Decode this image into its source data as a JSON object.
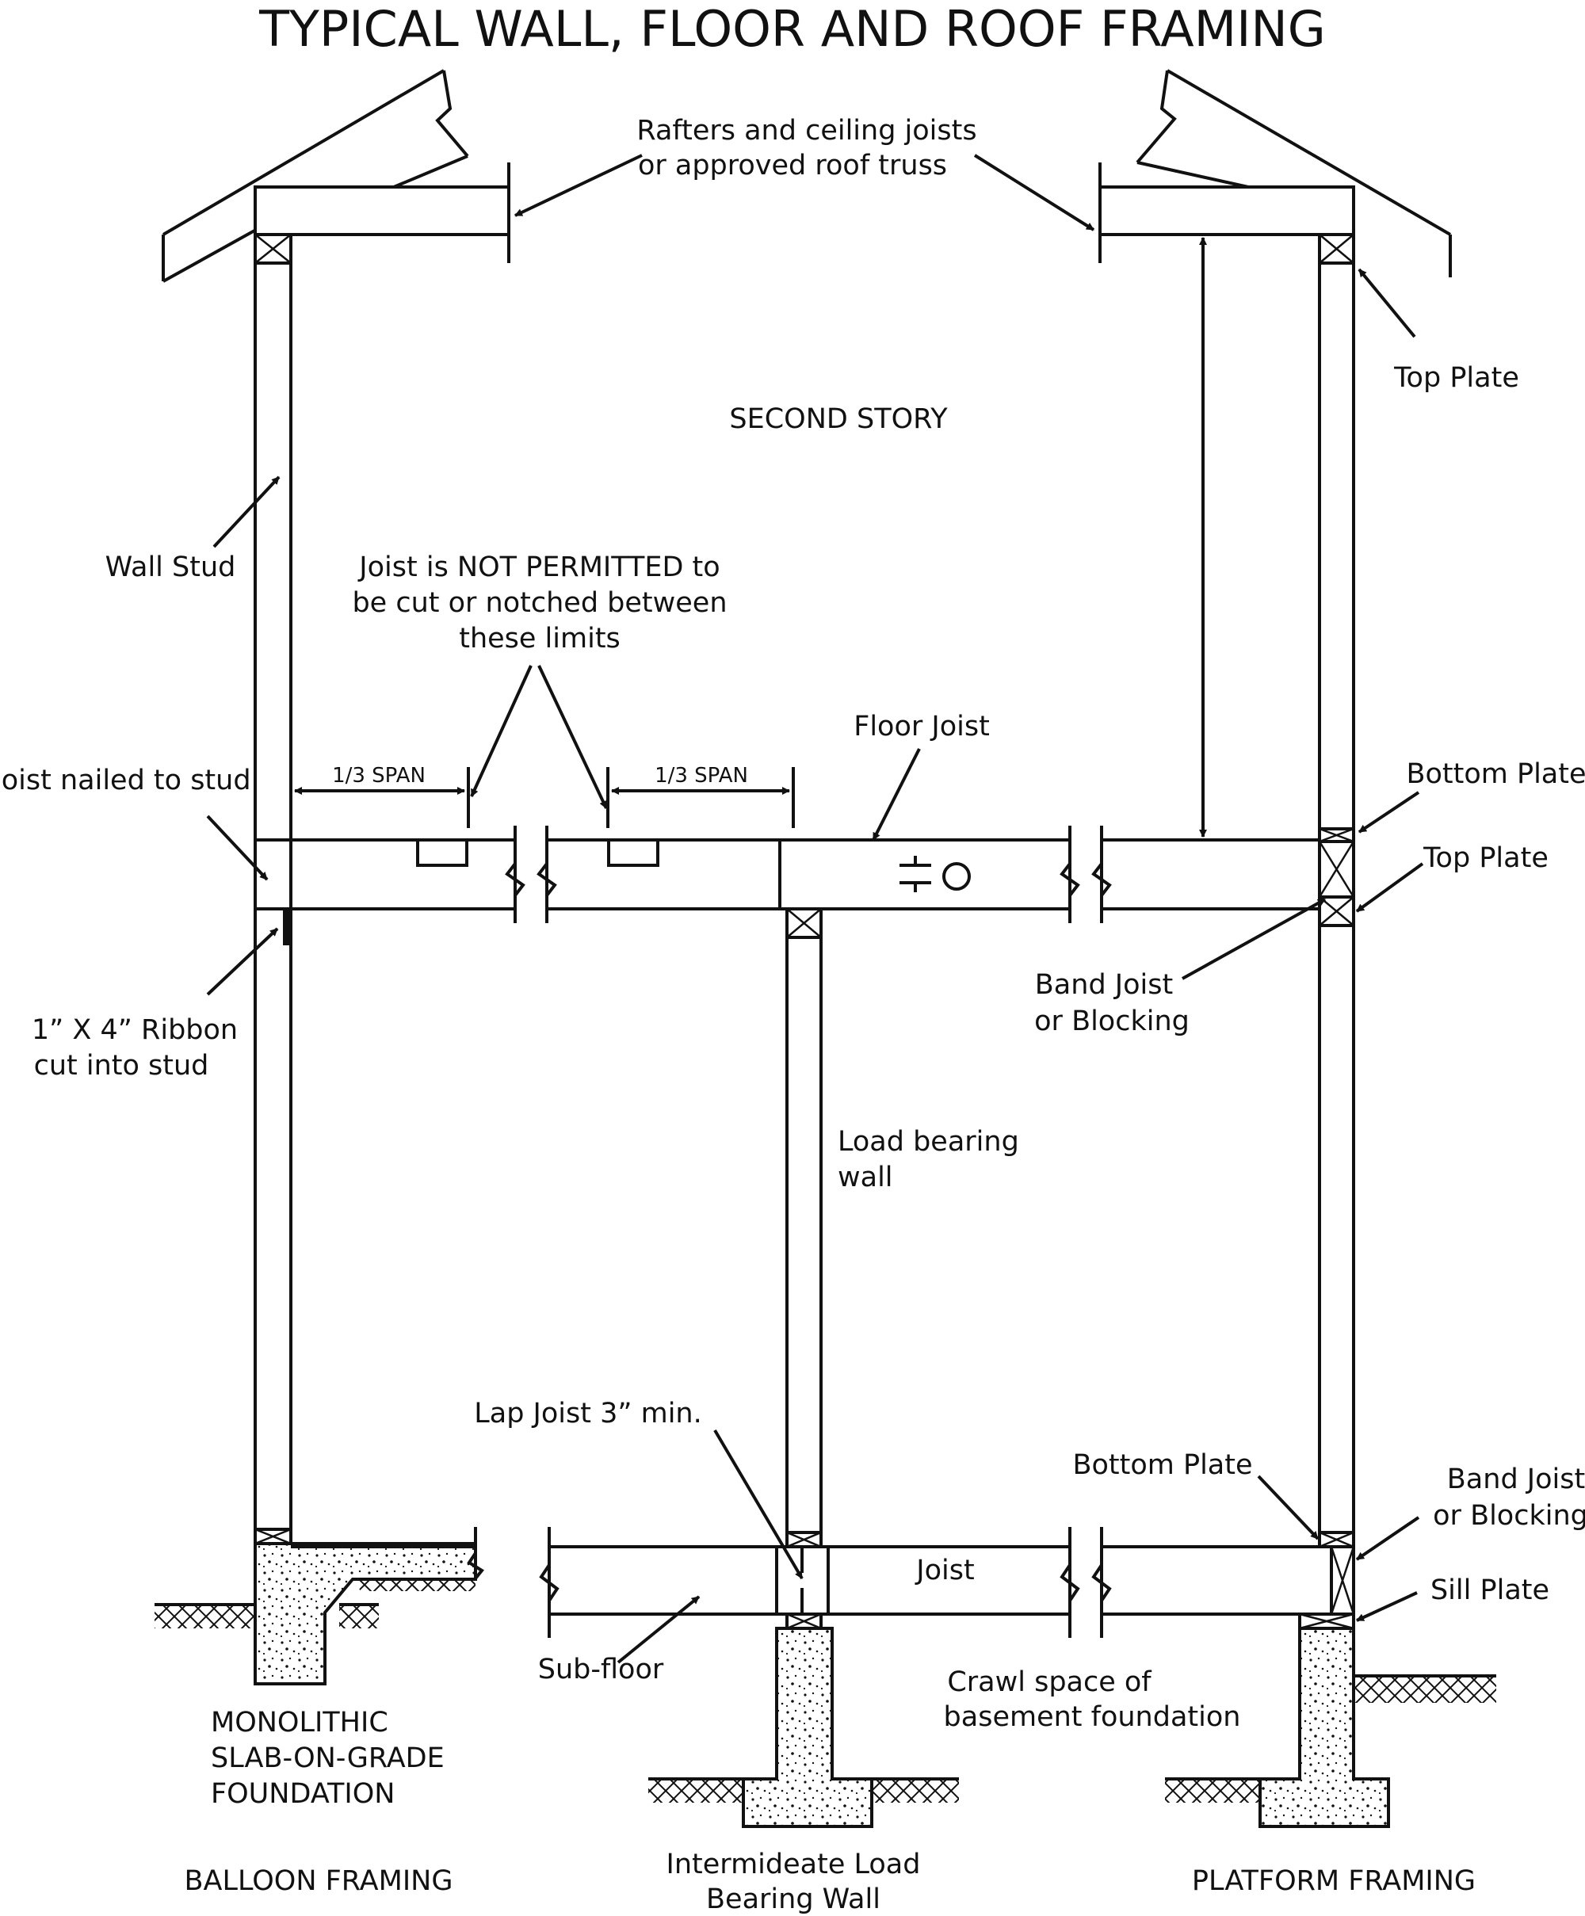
{
  "title": "TYPICAL WALL, FLOOR AND ROOF FRAMING",
  "labels": {
    "rafters_1": "Rafters and ceiling joists",
    "rafters_2": "or approved roof truss",
    "top_plate_upper": "Top Plate",
    "second_story": "SECOND STORY",
    "wall_stud": "Wall Stud",
    "not_permitted_1": "Joist is NOT PERMITTED to",
    "not_permitted_2": "be cut or notched between",
    "not_permitted_3": "these limits",
    "floor_joist": "Floor Joist",
    "joist_nailed": "Joist nailed to stud",
    "span_left": "1/3 SPAN",
    "span_right": "1/3 SPAN",
    "bottom_plate_upper": "Bottom Plate",
    "top_plate_mid": "Top Plate",
    "band_joist_1": "Band Joist",
    "band_joist_2": "or Blocking",
    "ribbon_1": "1” X 4” Ribbon",
    "ribbon_2": "cut into stud",
    "load_bearing_1": "Load bearing",
    "load_bearing_2": "wall",
    "lap_joist": "Lap Joist 3” min.",
    "bottom_plate_lower": "Bottom Plate",
    "band_joist_lower_1": "Band Joist",
    "band_joist_lower_2": "or Blocking",
    "joist": "Joist",
    "sill_plate": "Sill Plate",
    "sub_floor": "Sub-floor",
    "crawl_1": "Crawl space of",
    "crawl_2": "basement foundation",
    "mono_1": "MONOLITHIC",
    "mono_2": "SLAB-ON-GRADE",
    "mono_3": "FOUNDATION",
    "balloon": "BALLOON FRAMING",
    "intermediate_1": "Intermideate Load",
    "intermediate_2": "Bearing Wall",
    "platform": "PLATFORM FRAMING"
  }
}
